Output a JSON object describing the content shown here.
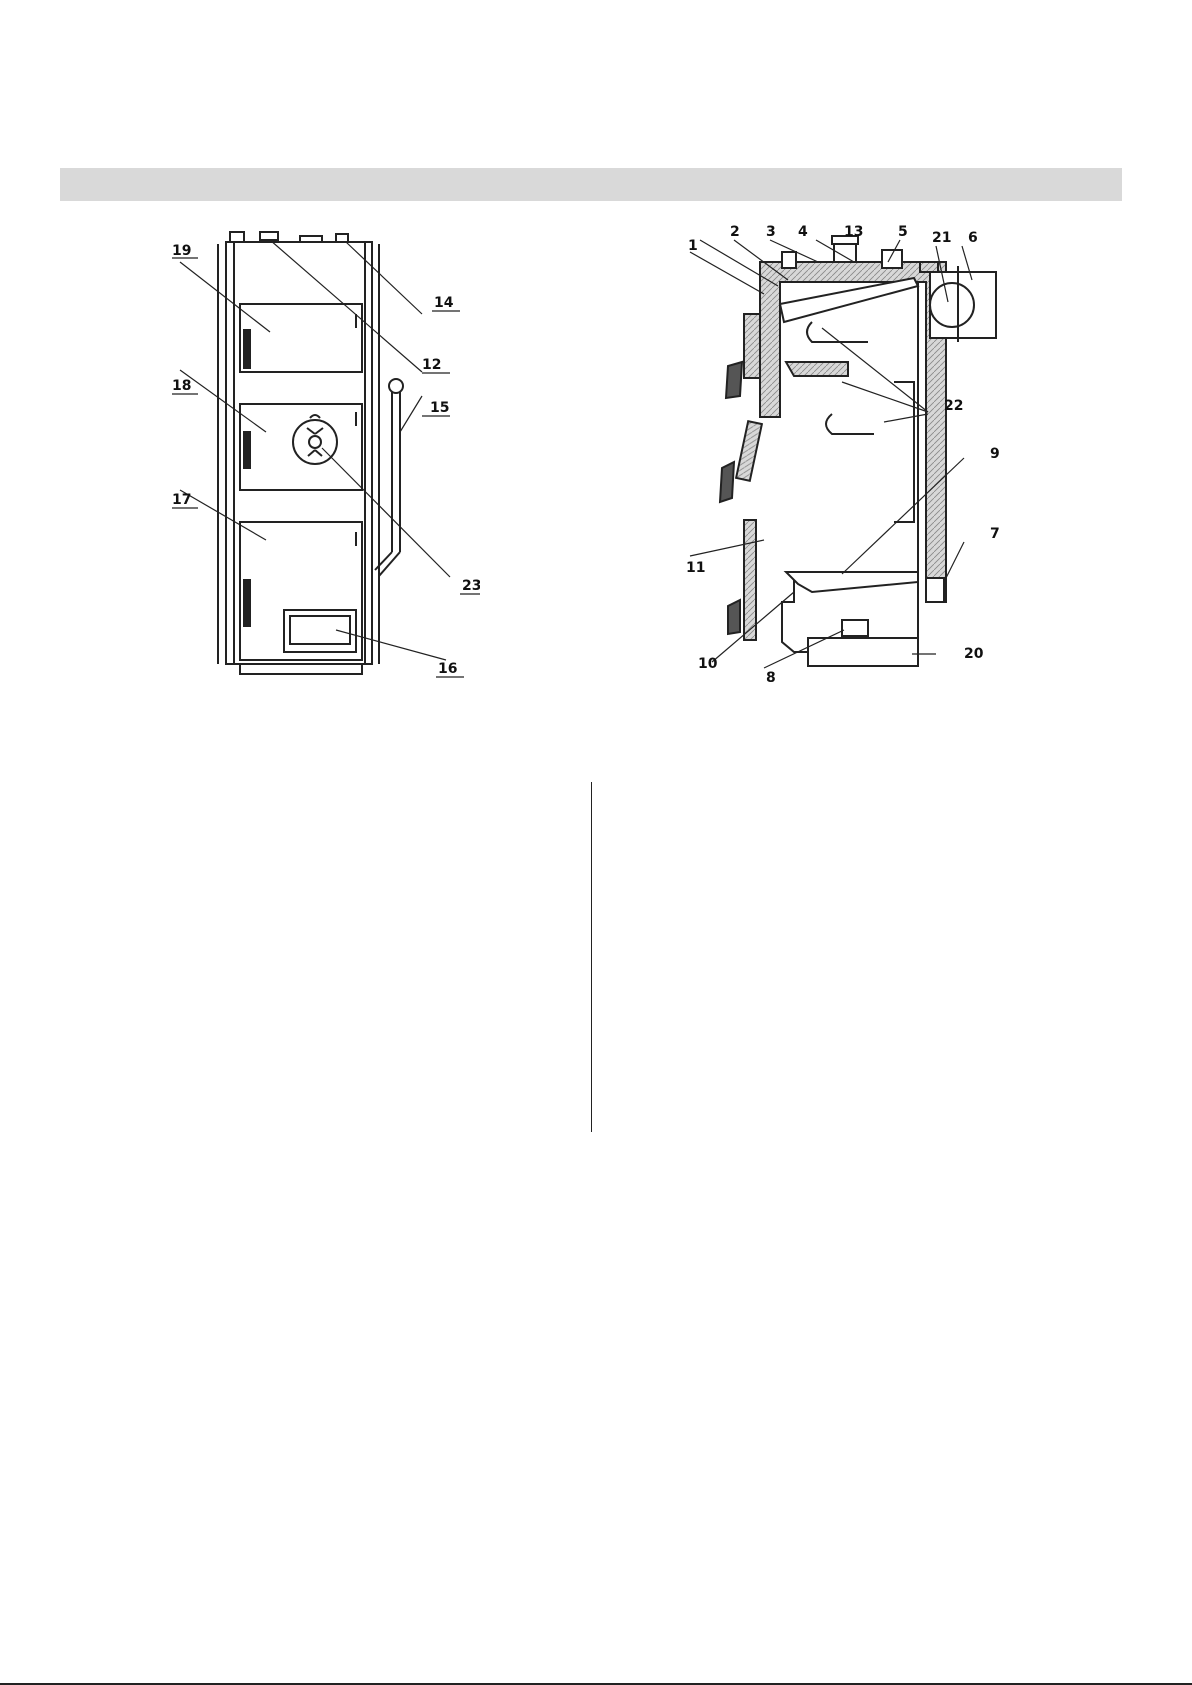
{
  "front_view": {
    "callouts": [
      "19",
      "18",
      "17",
      "12",
      "14",
      "15",
      "23",
      "16"
    ]
  },
  "section_view": {
    "callouts": [
      "1",
      "2",
      "3",
      "4",
      "13",
      "5",
      "21",
      "6",
      "22",
      "9",
      "7",
      "11",
      "10",
      "8",
      "20"
    ]
  }
}
